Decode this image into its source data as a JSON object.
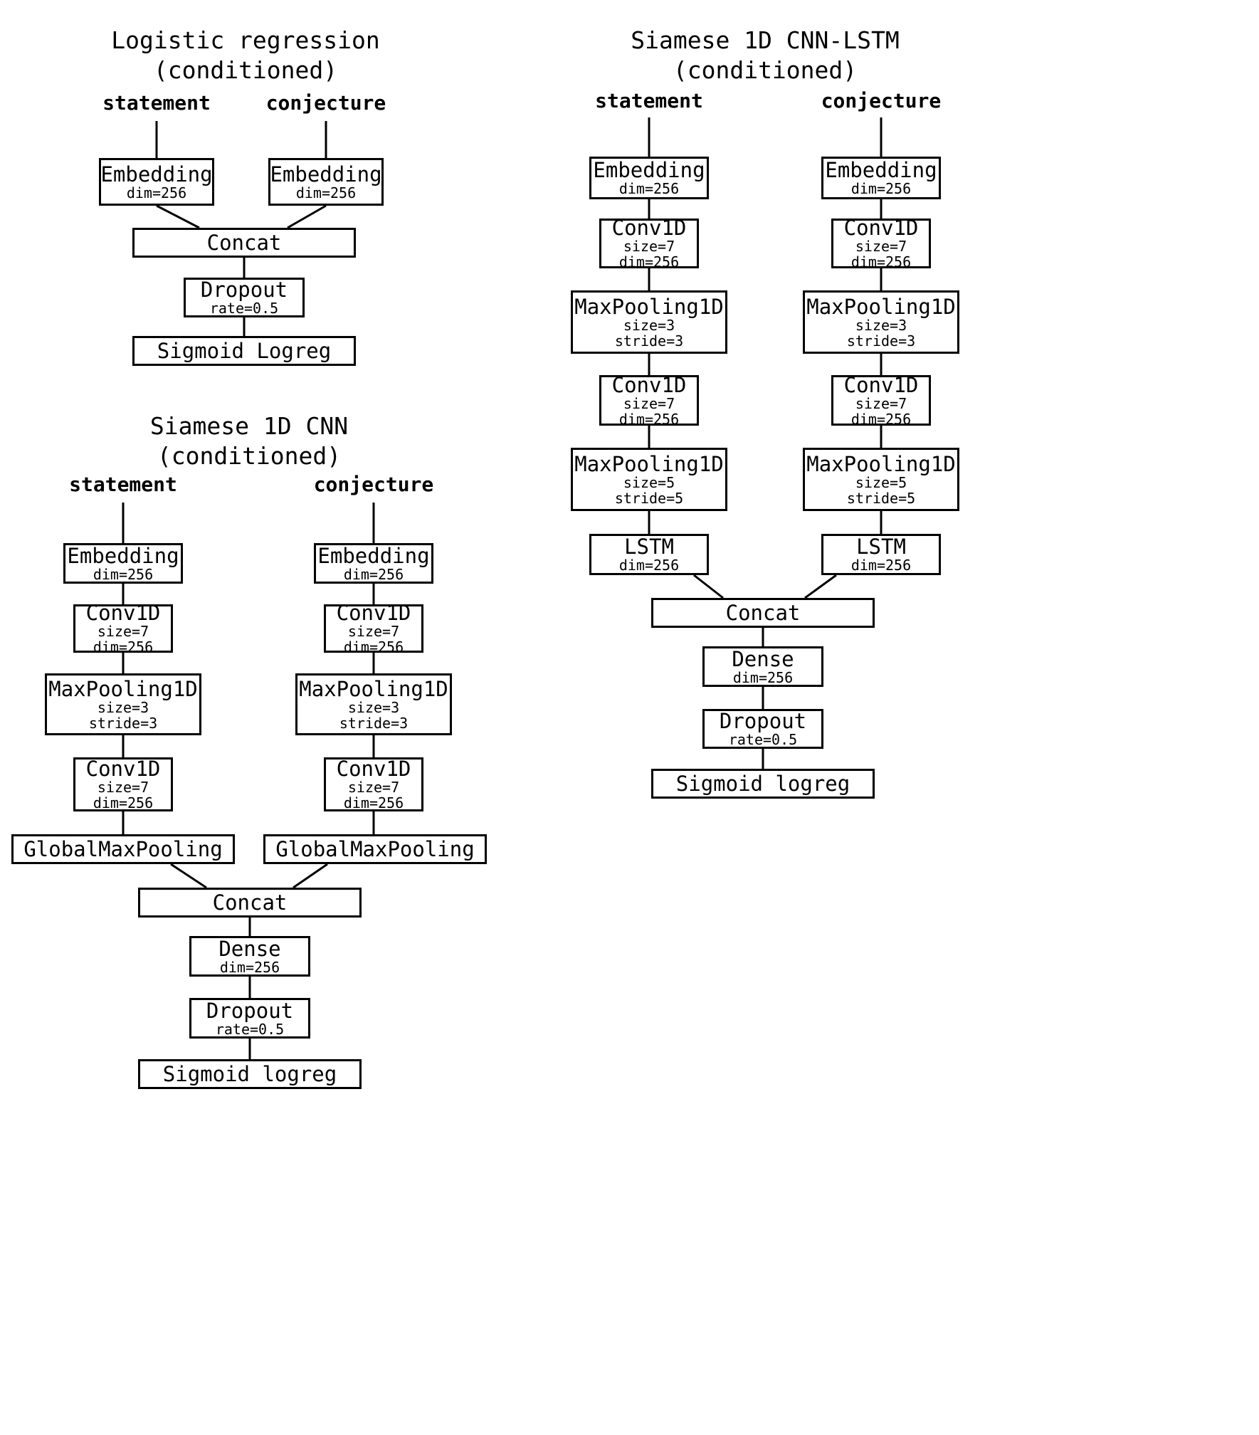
{
  "figure": {
    "background": "#ffffff",
    "stroke": "#000000"
  },
  "diagrams": [
    {
      "id": "logistic-regression",
      "title": "Logistic regression\n(conditioned)",
      "inputs": [
        "statement",
        "conjecture"
      ],
      "nodes": [
        {
          "id": "emb_s",
          "name": "Embedding",
          "params": [
            "dim=256"
          ]
        },
        {
          "id": "emb_c",
          "name": "Embedding",
          "params": [
            "dim=256"
          ]
        },
        {
          "id": "concat",
          "name": "Concat",
          "params": []
        },
        {
          "id": "drop",
          "name": "Dropout",
          "params": [
            "rate=0.5"
          ]
        },
        {
          "id": "out",
          "name": "Sigmoid Logreg",
          "params": []
        }
      ]
    },
    {
      "id": "siamese-1d-cnn",
      "title": "Siamese 1D CNN\n(conditioned)",
      "inputs": [
        "statement",
        "conjecture"
      ],
      "nodes": [
        {
          "id": "emb_s",
          "name": "Embedding",
          "params": [
            "dim=256"
          ]
        },
        {
          "id": "conv1_s",
          "name": "Conv1D",
          "params": [
            "size=7",
            "dim=256"
          ]
        },
        {
          "id": "pool1_s",
          "name": "MaxPooling1D",
          "params": [
            "size=3",
            "stride=3"
          ]
        },
        {
          "id": "conv2_s",
          "name": "Conv1D",
          "params": [
            "size=7",
            "dim=256"
          ]
        },
        {
          "id": "gmp_s",
          "name": "GlobalMaxPooling",
          "params": []
        },
        {
          "id": "emb_c",
          "name": "Embedding",
          "params": [
            "dim=256"
          ]
        },
        {
          "id": "conv1_c",
          "name": "Conv1D",
          "params": [
            "size=7",
            "dim=256"
          ]
        },
        {
          "id": "pool1_c",
          "name": "MaxPooling1D",
          "params": [
            "size=3",
            "stride=3"
          ]
        },
        {
          "id": "conv2_c",
          "name": "Conv1D",
          "params": [
            "size=7",
            "dim=256"
          ]
        },
        {
          "id": "gmp_c",
          "name": "GlobalMaxPooling",
          "params": []
        },
        {
          "id": "concat",
          "name": "Concat",
          "params": []
        },
        {
          "id": "dense",
          "name": "Dense",
          "params": [
            "dim=256"
          ]
        },
        {
          "id": "drop",
          "name": "Dropout",
          "params": [
            "rate=0.5"
          ]
        },
        {
          "id": "out",
          "name": "Sigmoid logreg",
          "params": []
        }
      ]
    },
    {
      "id": "siamese-1d-cnn-lstm",
      "title": "Siamese 1D CNN-LSTM\n(conditioned)",
      "inputs": [
        "statement",
        "conjecture"
      ],
      "nodes": [
        {
          "id": "emb_s",
          "name": "Embedding",
          "params": [
            "dim=256"
          ]
        },
        {
          "id": "conv1_s",
          "name": "Conv1D",
          "params": [
            "size=7",
            "dim=256"
          ]
        },
        {
          "id": "pool1_s",
          "name": "MaxPooling1D",
          "params": [
            "size=3",
            "stride=3"
          ]
        },
        {
          "id": "conv2_s",
          "name": "Conv1D",
          "params": [
            "size=7",
            "dim=256"
          ]
        },
        {
          "id": "pool2_s",
          "name": "MaxPooling1D",
          "params": [
            "size=5",
            "stride=5"
          ]
        },
        {
          "id": "lstm_s",
          "name": "LSTM",
          "params": [
            "dim=256"
          ]
        },
        {
          "id": "emb_c",
          "name": "Embedding",
          "params": [
            "dim=256"
          ]
        },
        {
          "id": "conv1_c",
          "name": "Conv1D",
          "params": [
            "size=7",
            "dim=256"
          ]
        },
        {
          "id": "pool1_c",
          "name": "MaxPooling1D",
          "params": [
            "size=3",
            "stride=3"
          ]
        },
        {
          "id": "conv2_c",
          "name": "Conv1D",
          "params": [
            "size=7",
            "dim=256"
          ]
        },
        {
          "id": "pool2_c",
          "name": "MaxPooling1D",
          "params": [
            "size=5",
            "stride=5"
          ]
        },
        {
          "id": "lstm_c",
          "name": "LSTM",
          "params": [
            "dim=256"
          ]
        },
        {
          "id": "concat",
          "name": "Concat",
          "params": []
        },
        {
          "id": "dense",
          "name": "Dense",
          "params": [
            "dim=256"
          ]
        },
        {
          "id": "drop",
          "name": "Dropout",
          "params": [
            "rate=0.5"
          ]
        },
        {
          "id": "out",
          "name": "Sigmoid logreg",
          "params": []
        }
      ]
    }
  ]
}
